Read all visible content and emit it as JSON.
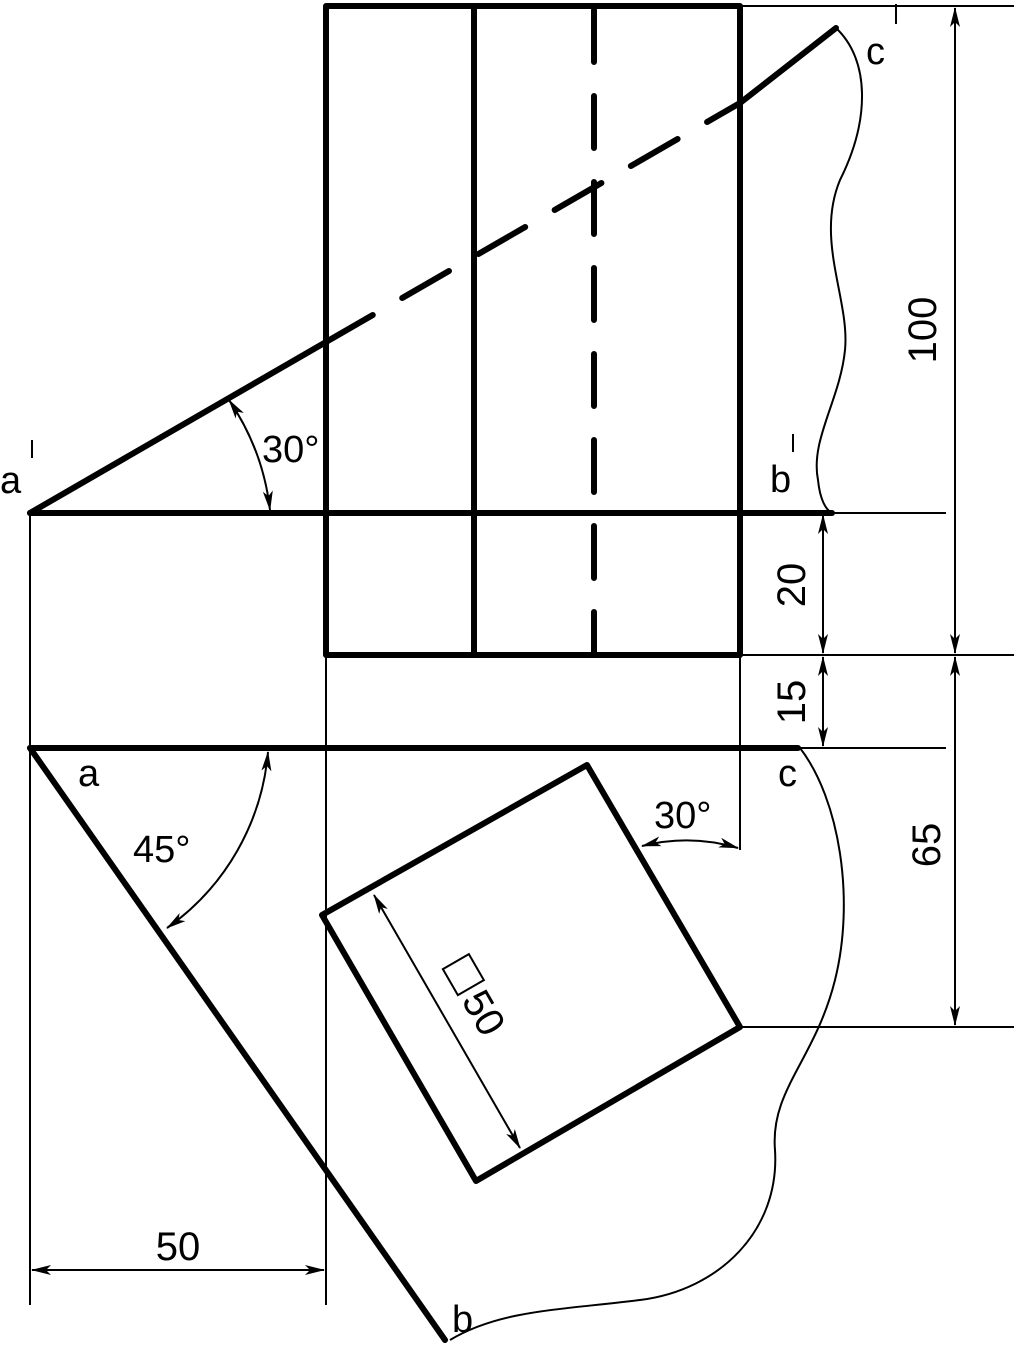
{
  "points": {
    "a_prime": "a",
    "b_prime": "b",
    "c_prime": "c",
    "a": "a",
    "b": "b",
    "c": "c"
  },
  "dimensions": {
    "height_100": "100",
    "height_20": "20",
    "gap_15": "15",
    "depth_65": "65",
    "width_50": "50",
    "square_50": "50"
  },
  "angles": {
    "front_view_angle": "30°",
    "plan_angle_45": "45°",
    "square_rotation": "30°"
  },
  "colors": {
    "line": "#000000",
    "background": "#ffffff"
  }
}
